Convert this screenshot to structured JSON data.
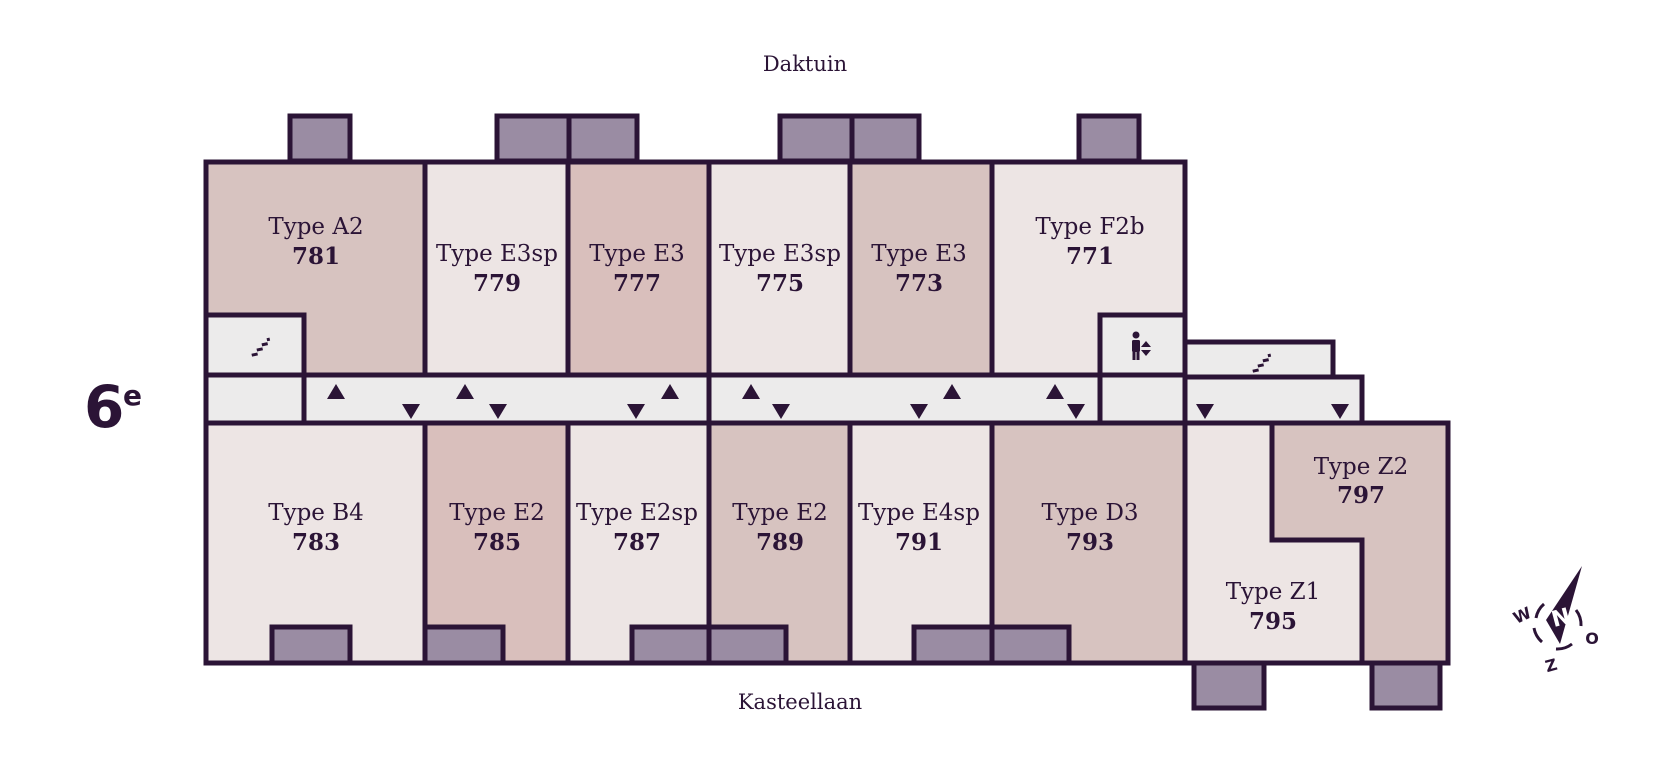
{
  "floor": {
    "number": "6",
    "suffix": "e"
  },
  "streets": {
    "top": "Daktuin",
    "bottom": "Kasteellaan"
  },
  "colors": {
    "outline": "#2b1436",
    "unit_light": "#ede5e4",
    "unit_medium": "#d7c3c0",
    "unit_rose": "#d9bfbc",
    "balcony": "#9a8ca3",
    "corridor": "#ecebeb"
  },
  "units": [
    {
      "id": "781",
      "type": "Type A2",
      "number": "781",
      "tone": "unit_medium"
    },
    {
      "id": "779",
      "type": "Type E3sp",
      "number": "779",
      "tone": "unit_light"
    },
    {
      "id": "777",
      "type": "Type E3",
      "number": "777",
      "tone": "unit_rose"
    },
    {
      "id": "775",
      "type": "Type E3sp",
      "number": "775",
      "tone": "unit_light"
    },
    {
      "id": "773",
      "type": "Type E3",
      "number": "773",
      "tone": "unit_medium"
    },
    {
      "id": "771",
      "type": "Type F2b",
      "number": "771",
      "tone": "unit_light"
    },
    {
      "id": "783",
      "type": "Type B4",
      "number": "783",
      "tone": "unit_light"
    },
    {
      "id": "785",
      "type": "Type E2",
      "number": "785",
      "tone": "unit_rose"
    },
    {
      "id": "787",
      "type": "Type E2sp",
      "number": "787",
      "tone": "unit_light"
    },
    {
      "id": "789",
      "type": "Type E2",
      "number": "789",
      "tone": "unit_medium"
    },
    {
      "id": "791",
      "type": "Type E4sp",
      "number": "791",
      "tone": "unit_light"
    },
    {
      "id": "793",
      "type": "Type D3",
      "number": "793",
      "tone": "unit_medium"
    },
    {
      "id": "795",
      "type": "Type Z1",
      "number": "795",
      "tone": "unit_light"
    },
    {
      "id": "797",
      "type": "Type Z2",
      "number": "797",
      "tone": "unit_medium"
    }
  ],
  "icons": {
    "stairs": "stairs-icon",
    "elevator": "elevator-icon",
    "entrance": "entrance-arrow-icon",
    "compass": "compass-icon"
  },
  "compass": {
    "n": "N",
    "o": "O",
    "z": "Z",
    "w": "W"
  }
}
